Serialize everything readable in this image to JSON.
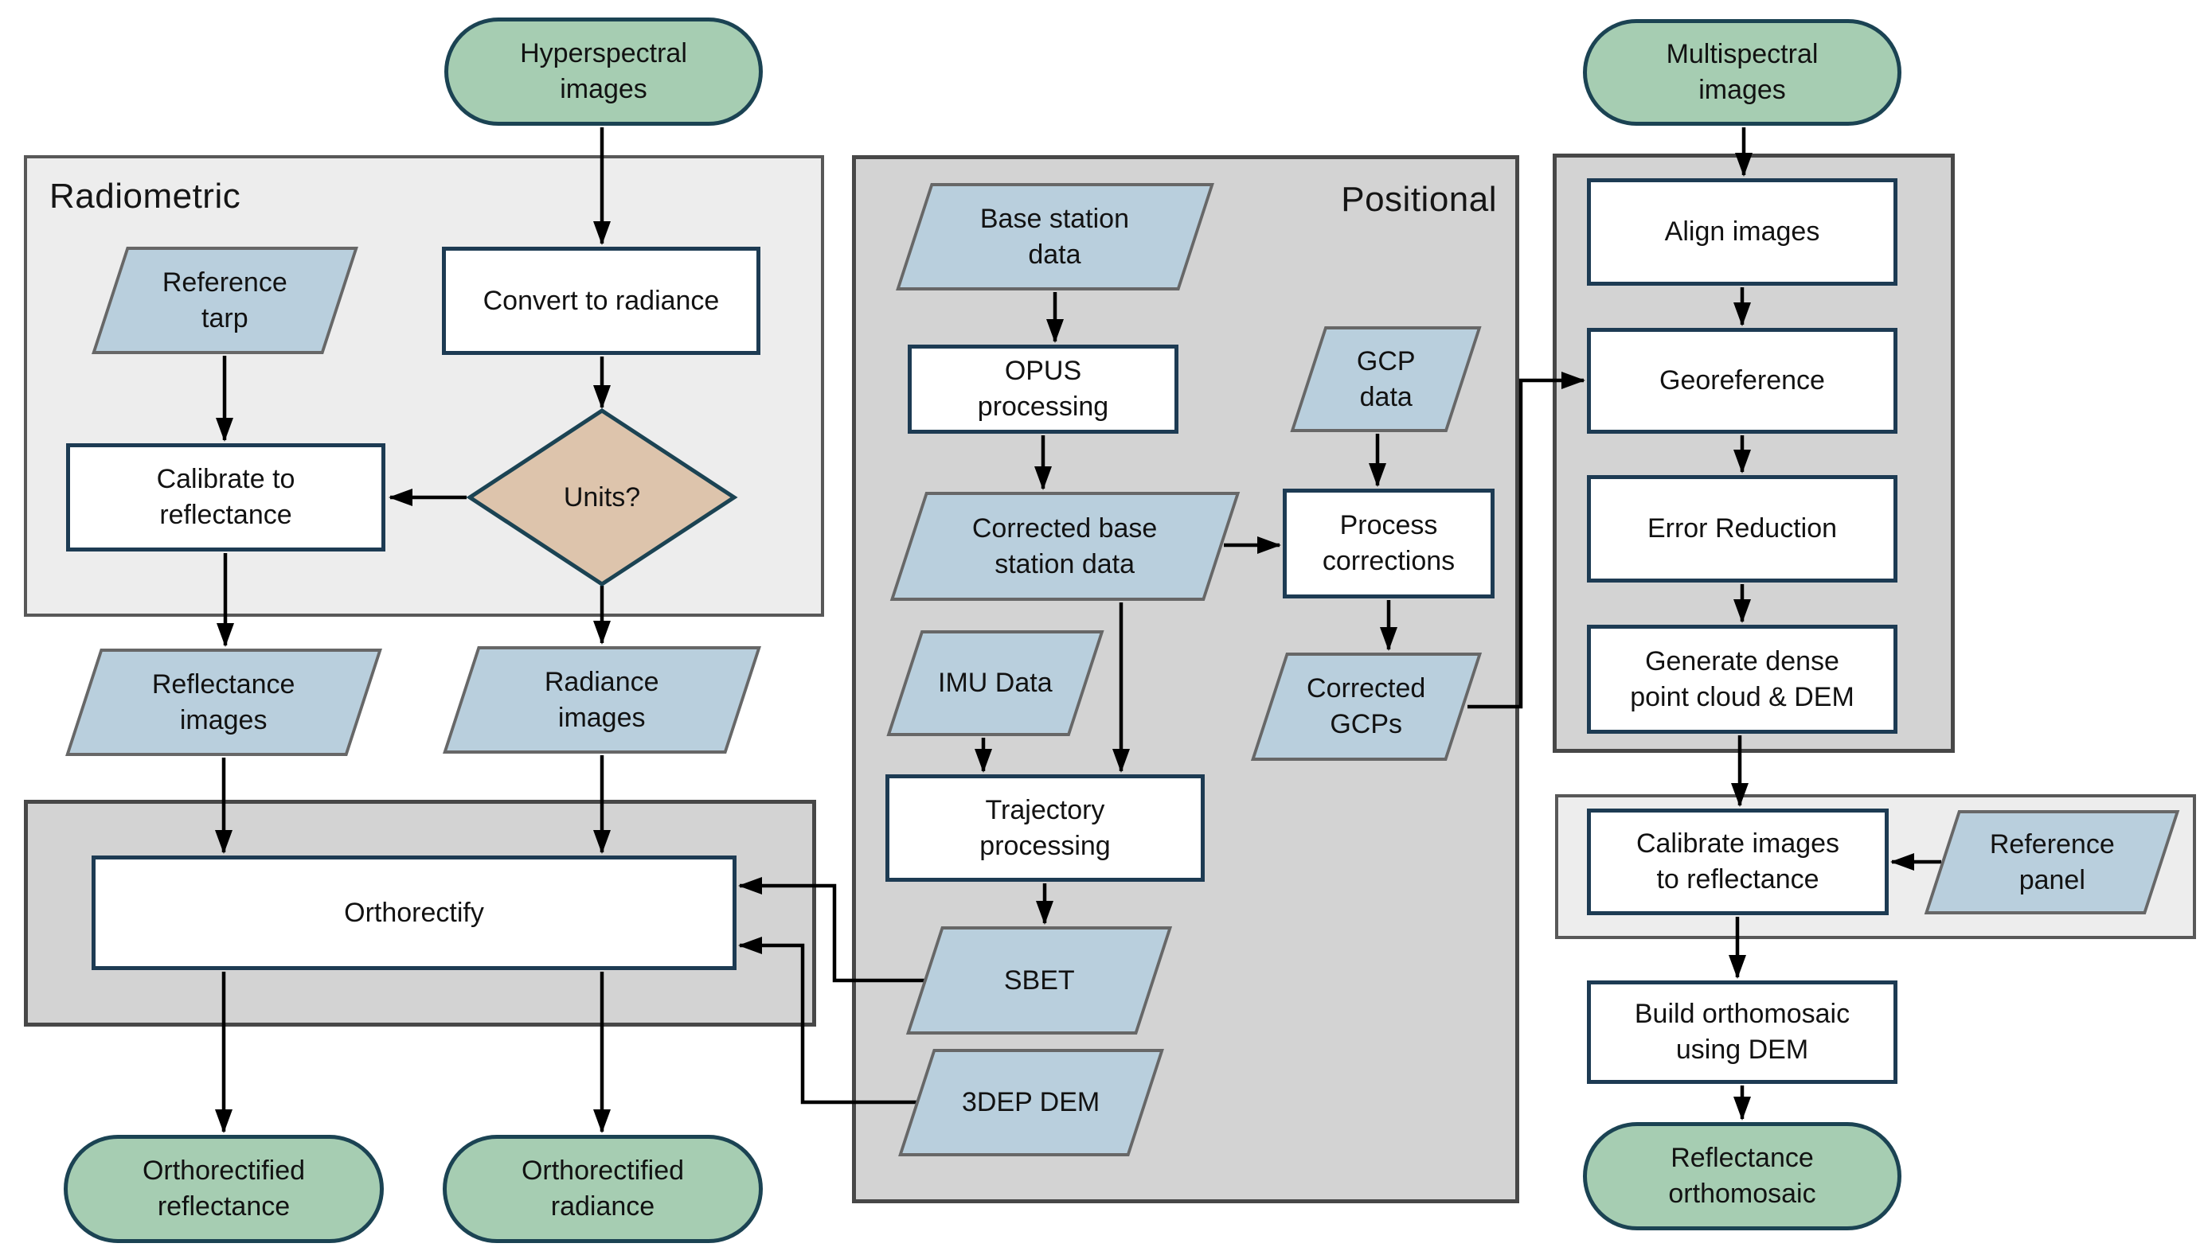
{
  "groups": {
    "radiometric": {
      "label": "Radiometric"
    },
    "positional": {
      "label": "Positional"
    }
  },
  "nodes": {
    "hyperspectral_images": {
      "type": "terminal",
      "label": "Hyperspectral\nimages"
    },
    "convert_to_radiance": {
      "type": "process",
      "label": "Convert to radiance"
    },
    "reference_tarp": {
      "type": "data",
      "label": "Reference\ntarp"
    },
    "calibrate_to_reflectance": {
      "type": "process",
      "label": "Calibrate to\nreflectance"
    },
    "units_decision": {
      "type": "decision",
      "label": "Units?"
    },
    "reflectance_images": {
      "type": "data",
      "label": "Reflectance\nimages"
    },
    "radiance_images": {
      "type": "data",
      "label": "Radiance\nimages"
    },
    "orthorectify": {
      "type": "process",
      "label": "Orthorectify"
    },
    "orthorectified_reflectance": {
      "type": "terminal",
      "label": "Orthorectified\nreflectance"
    },
    "orthorectified_radiance": {
      "type": "terminal",
      "label": "Orthorectified\nradiance"
    },
    "base_station_data": {
      "type": "data",
      "label": "Base station\ndata"
    },
    "opus_processing": {
      "type": "process",
      "label": "OPUS\nprocessing"
    },
    "gcp_data": {
      "type": "data",
      "label": "GCP\ndata"
    },
    "corrected_base_station_data": {
      "type": "data",
      "label": "Corrected base\nstation data"
    },
    "process_corrections": {
      "type": "process",
      "label": "Process\ncorrections"
    },
    "imu_data": {
      "type": "data",
      "label": "IMU Data"
    },
    "corrected_gcps": {
      "type": "data",
      "label": "Corrected\nGCPs"
    },
    "trajectory_processing": {
      "type": "process",
      "label": "Trajectory\nprocessing"
    },
    "sbet": {
      "type": "data",
      "label": "SBET"
    },
    "threedep_dem": {
      "type": "data",
      "label": "3DEP DEM"
    },
    "multispectral_images": {
      "type": "terminal",
      "label": "Multispectral\nimages"
    },
    "align_images": {
      "type": "process",
      "label": "Align images"
    },
    "georeference": {
      "type": "process",
      "label": "Georeference"
    },
    "error_reduction": {
      "type": "process",
      "label": "Error Reduction"
    },
    "generate_dense_point_cloud_dem": {
      "type": "process",
      "label": "Generate dense\npoint cloud & DEM"
    },
    "calibrate_images_to_reflectance": {
      "type": "process",
      "label": "Calibrate images\nto reflectance"
    },
    "reference_panel": {
      "type": "data",
      "label": "Reference\npanel"
    },
    "build_orthomosaic_using_dem": {
      "type": "process",
      "label": "Build orthomosaic\nusing DEM"
    },
    "reflectance_orthomosaic": {
      "type": "terminal",
      "label": "Reflectance\northomosaic"
    }
  },
  "colors": {
    "terminal_fill": "#a6cdb2",
    "terminal_border": "#1b4353",
    "process_fill": "#ffffff",
    "process_border": "#1d3b53",
    "data_fill": "#b9cfdd",
    "data_border": "#676767",
    "decision_fill": "#ddc4ac",
    "decision_border": "#1b4353",
    "group_light": "#ededed",
    "group_dark": "#d3d3d3",
    "group_border_light": "#585858",
    "group_border_dark": "#474747",
    "arrow": "#000000"
  }
}
